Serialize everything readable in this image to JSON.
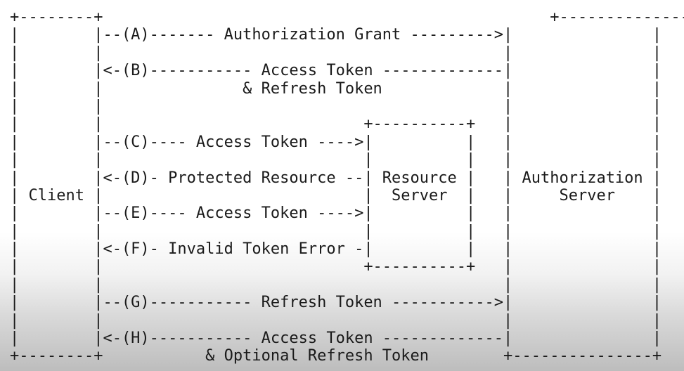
{
  "lines": [
    "+--------+                                                +---------------+",
    "|        |--(A)------- Authorization Grant --------->|               |",
    "|        |                                           |               |",
    "|        |<-(B)----------- Access Token -------------|               |",
    "|        |               & Refresh Token             |               |",
    "|        |                                           |               |",
    "|        |                            +----------+   |               |",
    "|        |--(C)---- Access Token ---->|          |   |               |",
    "|        |                            |          |   |               |",
    "|        |<-(D)- Protected Resource --| Resource |   | Authorization |",
    "| Client |                            |  Server  |   |     Server    |",
    "|        |--(E)---- Access Token ---->|          |   |               |",
    "|        |                            |          |   |               |",
    "|        |<-(F)- Invalid Token Error -|          |   |               |",
    "|        |                            +----------+   |               |",
    "|        |                                           |               |",
    "|        |--(G)----------- Refresh Token ----------->|               |",
    "|        |                                           |               |",
    "|        |<-(H)----------- Access Token -------------|               |",
    "+--------+           & Optional Refresh Token        +---------------+"
  ]
}
